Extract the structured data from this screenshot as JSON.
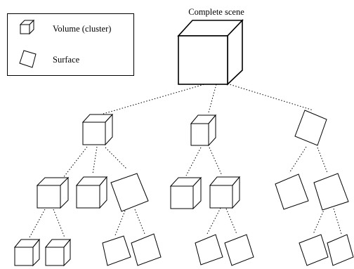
{
  "diagram": {
    "root_label": "Complete scene",
    "legend": {
      "volume_label": "Volume (cluster)",
      "surface_label": "Surface"
    },
    "node_kinds": {
      "root": "volume",
      "level1": [
        "volume",
        "volume",
        "surface"
      ],
      "level2": [
        "volume",
        "volume",
        "surface",
        "volume",
        "volume",
        "surface",
        "surface"
      ],
      "level3": [
        "volume",
        "volume",
        "surface",
        "surface",
        "surface",
        "surface",
        "surface",
        "surface"
      ]
    }
  }
}
